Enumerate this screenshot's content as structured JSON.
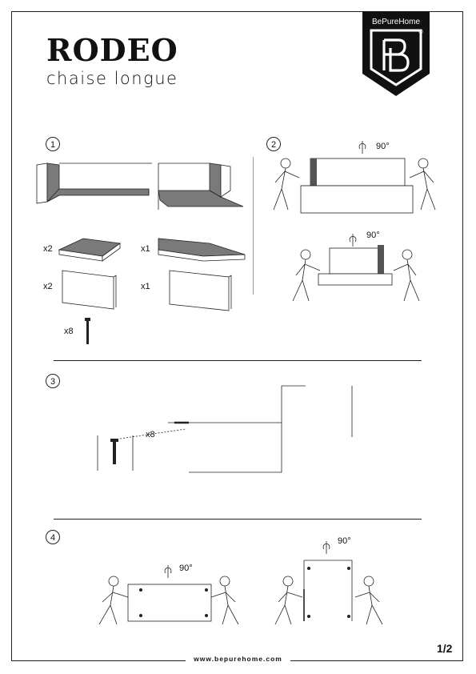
{
  "header": {
    "title": "RODEO",
    "subtitle": "chaise longue",
    "brand": "BePureHome",
    "registered": "®"
  },
  "steps": [
    {
      "number": "1"
    },
    {
      "number": "2"
    },
    {
      "number": "3"
    },
    {
      "number": "4"
    }
  ],
  "step1": {
    "qty_seat_x2": "x2",
    "qty_chaise_x1": "x1",
    "qty_panel_x2": "x2",
    "qty_panel_x1": "x1",
    "qty_leg_x8": "x8"
  },
  "step2": {
    "rotation_a": "90°",
    "rotation_b": "90°"
  },
  "step3": {
    "qty_leg_x8": "x8"
  },
  "step4": {
    "rotation_a": "90°",
    "rotation_b": "90°"
  },
  "footer": {
    "url": "www.bepurehome.com",
    "page": "1/2"
  },
  "colors": {
    "ink": "#111111",
    "panel_fill": "#7a7a7a",
    "paper": "#ffffff"
  }
}
